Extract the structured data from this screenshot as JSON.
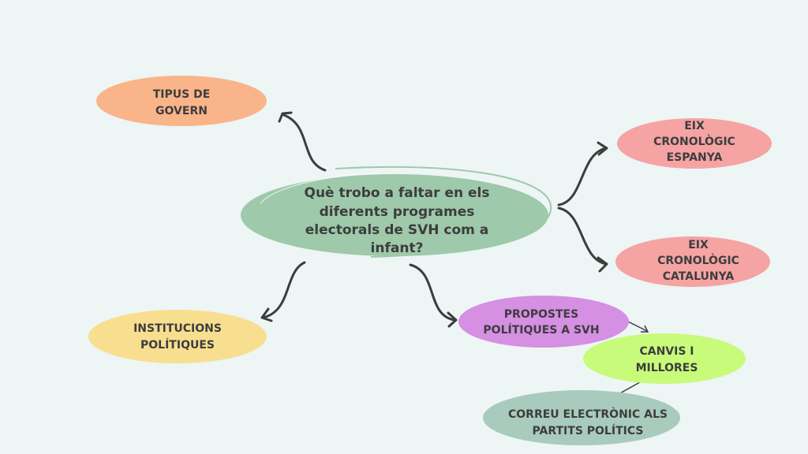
{
  "central": {
    "lines": [
      "Què trobo a faltar en els",
      "diferents programes",
      "electorals de SVH com a",
      "infant?"
    ],
    "color": "#9ec9aa"
  },
  "nodes": {
    "tipus": {
      "lines": [
        "TIPUS DE",
        "GOVERN"
      ],
      "color": "#f9b489"
    },
    "eix_espanya": {
      "lines": [
        "EIX",
        "CRONOLÒGIC",
        "ESPANYA"
      ],
      "color": "#f6a3a3"
    },
    "eix_catalunya": {
      "lines": [
        "EIX",
        "CRONOLÒGIC",
        "CATALUNYA"
      ],
      "color": "#f6a3a3"
    },
    "institucions": {
      "lines": [
        "INSTITUCIONS",
        "POLÍTIQUES"
      ],
      "color": "#f8df8f"
    },
    "propostes": {
      "lines": [
        "PROPOSTES",
        "POLÍTIQUES A SVH"
      ],
      "color": "#d58fe3"
    },
    "canvis": {
      "lines": [
        "CANVIS I",
        "MILLORES"
      ],
      "color": "#c8fb7a"
    },
    "correu": {
      "lines": [
        "CORREU ELECTRÒNIC ALS",
        "PARTITS POLÍTICS"
      ],
      "color": "#a8cbbd"
    }
  }
}
